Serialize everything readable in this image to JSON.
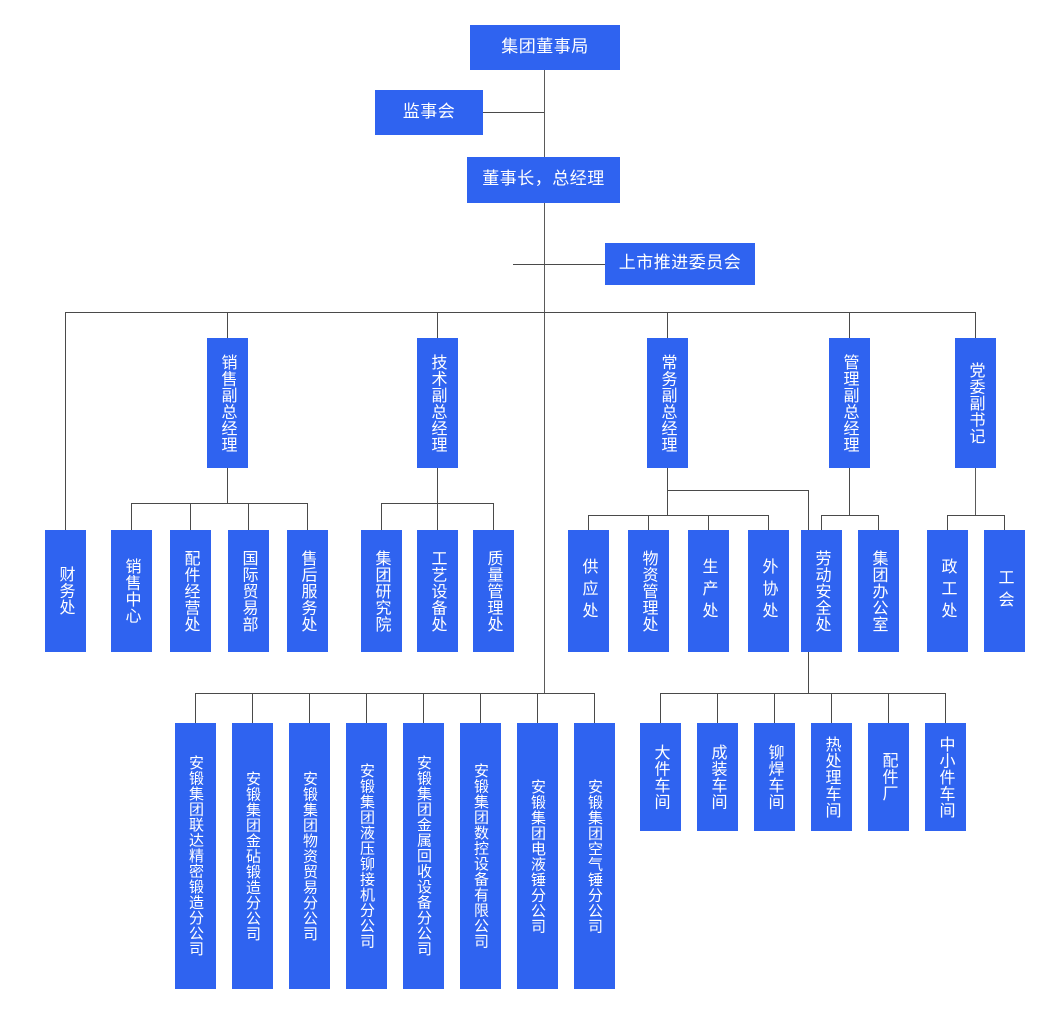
{
  "meta": {
    "title": "集团组织结构图",
    "box_color": "#2F63F0",
    "line_color": "#4a4a4a",
    "text_color": "#FFFFFF",
    "background": "#FFFFFF"
  },
  "top": {
    "board": "集团董事局",
    "supervisors": "监事会",
    "chairman": "董事长，总经理",
    "ipo_committee": "上市推进委员会"
  },
  "vice_managers": [
    {
      "id": "sales",
      "label": "销售副总经理"
    },
    {
      "id": "technical",
      "label": "技术副总经理"
    },
    {
      "id": "executive",
      "label": "常务副总经理"
    },
    {
      "id": "management",
      "label": "管理副总经理"
    },
    {
      "id": "party",
      "label": "党委副书记"
    }
  ],
  "departments": {
    "finance": [
      {
        "label": "财务处"
      }
    ],
    "sales": [
      {
        "label": "销售中心"
      },
      {
        "label": "配件经营处"
      },
      {
        "label": "国际贸易部"
      },
      {
        "label": "售后服务处"
      }
    ],
    "technical": [
      {
        "label": "集团研究院"
      },
      {
        "label": "工艺设备处"
      },
      {
        "label": "质量管理处"
      }
    ],
    "executive": [
      {
        "label": "供应处"
      },
      {
        "label": "物资管理处"
      },
      {
        "label": "生产处"
      },
      {
        "label": "外协处"
      }
    ],
    "management": [
      {
        "label": "劳动安全处"
      },
      {
        "label": "集团办公室"
      }
    ],
    "party": [
      {
        "label": "政工处"
      },
      {
        "label": "工会"
      }
    ]
  },
  "subsidiaries": [
    {
      "label": "安锻集团联达精密锻造分公司"
    },
    {
      "label": "安锻集团金砧锻造分公司"
    },
    {
      "label": "安锻集团物资贸易分公司"
    },
    {
      "label": "安锻集团液压铆接机分公司"
    },
    {
      "label": "安锻集团金属回收设备分公司"
    },
    {
      "label": "安锻集团数控设备有限公司"
    },
    {
      "label": "安锻集团电液锤分公司"
    },
    {
      "label": "安锻集团空气锤分公司"
    }
  ],
  "workshops": [
    {
      "label": "大件车间"
    },
    {
      "label": "成装车间"
    },
    {
      "label": "铆焊车间"
    },
    {
      "label": "热处理车间"
    },
    {
      "label": "配件厂"
    },
    {
      "label": "中小件车间"
    }
  ]
}
